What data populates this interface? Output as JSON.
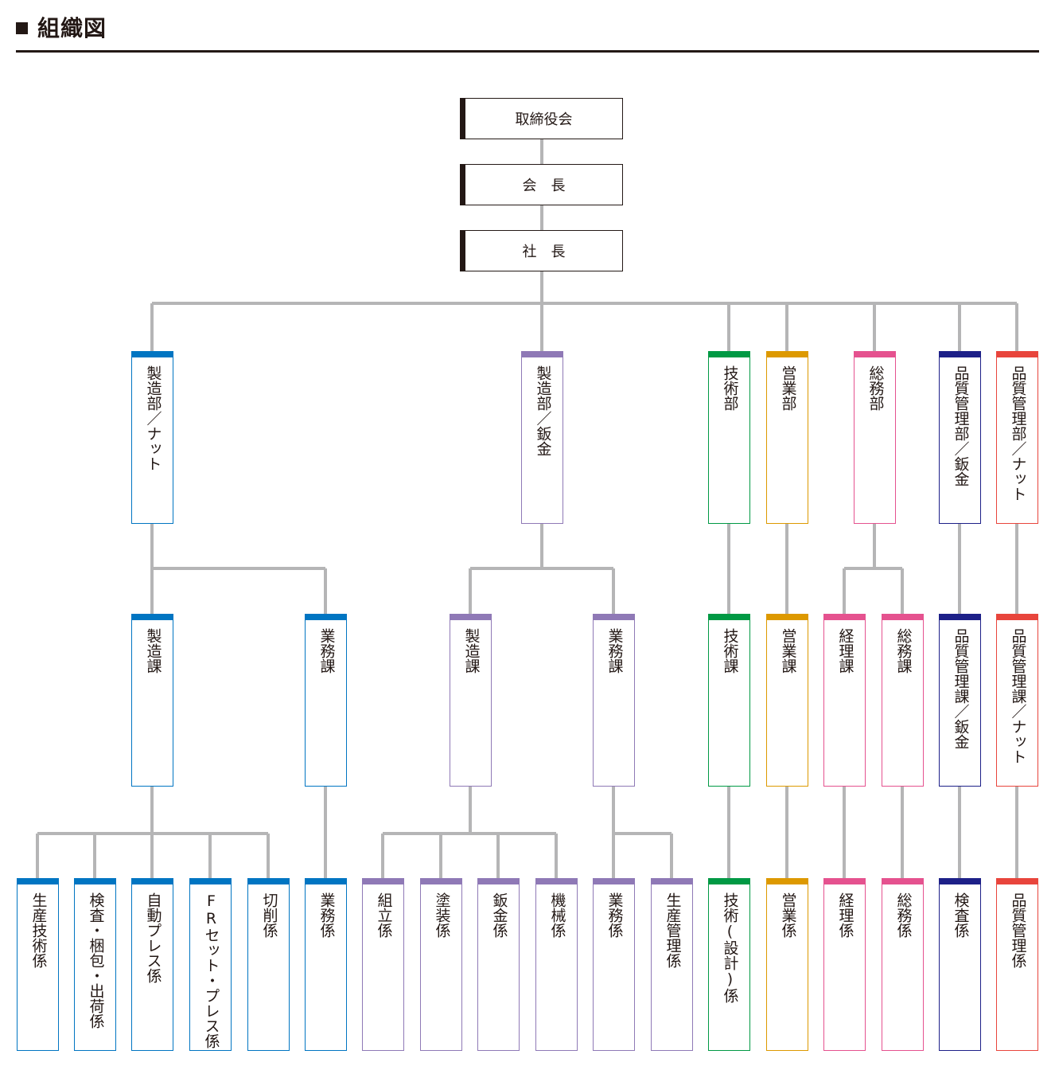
{
  "header": {
    "title": "組織図"
  },
  "colors": {
    "line": "#b5b5b6",
    "blue": "#0075c2",
    "purple": "#8f79b6",
    "green": "#009944",
    "orange": "#dd9900",
    "pink": "#e5528f",
    "navy": "#1d2088",
    "red": "#e8453c"
  },
  "top": {
    "board": "取締役会",
    "chairman": "会　長",
    "president": "社　長"
  },
  "departments": [
    {
      "label": "製造部／ナット",
      "color": "blue"
    },
    {
      "label": "製造部／鈑金",
      "color": "purple"
    },
    {
      "label": "技術部",
      "color": "green"
    },
    {
      "label": "営業部",
      "color": "orange"
    },
    {
      "label": "総務部",
      "color": "pink"
    },
    {
      "label": "品質管理部／鈑金",
      "color": "navy"
    },
    {
      "label": "品質管理部／ナット",
      "color": "red"
    }
  ],
  "sections": [
    {
      "label": "製造課",
      "color": "blue"
    },
    {
      "label": "業務課",
      "color": "blue"
    },
    {
      "label": "製造課",
      "color": "purple"
    },
    {
      "label": "業務課",
      "color": "purple"
    },
    {
      "label": "技術課",
      "color": "green"
    },
    {
      "label": "営業課",
      "color": "orange"
    },
    {
      "label": "経理課",
      "color": "pink"
    },
    {
      "label": "総務課",
      "color": "pink"
    },
    {
      "label": "品質管理課／鈑金",
      "color": "navy"
    },
    {
      "label": "品質管理課／ナット",
      "color": "red"
    }
  ],
  "units": [
    {
      "label": "生産技術係",
      "color": "blue"
    },
    {
      "label": "検査・梱包・出荷係",
      "color": "blue"
    },
    {
      "label": "自動プレス係",
      "color": "blue"
    },
    {
      "label": "FRセット・プレス係",
      "color": "blue"
    },
    {
      "label": "切削係",
      "color": "blue"
    },
    {
      "label": "業務係",
      "color": "blue"
    },
    {
      "label": "組立係",
      "color": "purple"
    },
    {
      "label": "塗装係",
      "color": "purple"
    },
    {
      "label": "鈑金係",
      "color": "purple"
    },
    {
      "label": "機械係",
      "color": "purple"
    },
    {
      "label": "業務係",
      "color": "purple"
    },
    {
      "label": "生産管理係",
      "color": "purple"
    },
    {
      "label": "技術(設計)係",
      "color": "green"
    },
    {
      "label": "営業係",
      "color": "orange"
    },
    {
      "label": "経理係",
      "color": "pink"
    },
    {
      "label": "総務係",
      "color": "pink"
    },
    {
      "label": "検査係",
      "color": "navy"
    },
    {
      "label": "品質管理係",
      "color": "red"
    }
  ]
}
